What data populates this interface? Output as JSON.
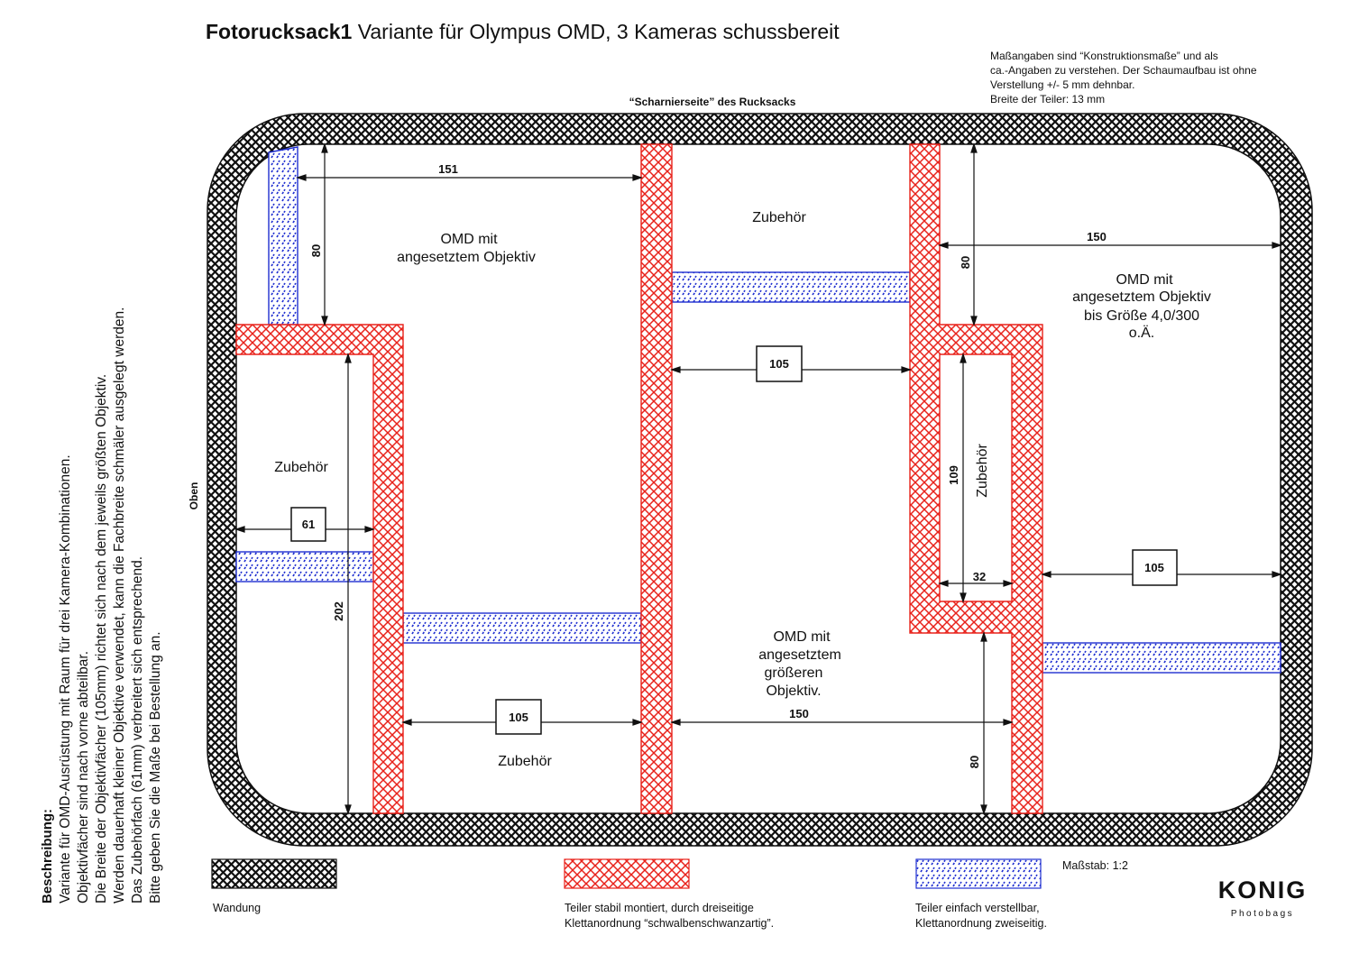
{
  "title": {
    "bold": "Fotorucksack1",
    "rest": " Variante für Olympus OMD, 3 Kameras schussbereit"
  },
  "note": {
    "lines": [
      "Maßangaben sind “Konstruktionsmaße” und als",
      "ca.-Angaben zu verstehen. Der Schaumaufbau ist ohne",
      "Verstellung +/- 5 mm dehnbar.",
      "Breite der Teiler: 13 mm"
    ]
  },
  "hinge_label": "“Scharnierseite” des Rucksacks",
  "oben_label": "Oben",
  "description": {
    "heading": "Beschreibung:",
    "lines": [
      "Variante für OMD-Ausrüstung mit Raum für drei Kamera-Kombinationen.",
      "Objektivfächer sind nach vorne abteilbar.",
      "Die Breite der Objektivfächer (105mm) richtet sich nach dem jeweils größten Objektiv.",
      "Werden dauerhaft kleiner Objektive verwendet, kann die Fachbreite schmäler ausgelegt werden.",
      "Das Zubehörfach (61mm) verbreitert sich entsprechend.",
      "Bitte geben Sie die Maße bei Bestellung an."
    ]
  },
  "compartments": {
    "omd_left": [
      "OMD mit",
      "angesetztem Objektiv"
    ],
    "zubehoer_top_center": "Zubehör",
    "omd_right": [
      "OMD mit",
      "angesetztem Objektiv",
      "bis Größe 4,0/300",
      "o.Ä."
    ],
    "zubehoer_left": "Zubehör",
    "zubehoer_right_vertical": "Zubehör",
    "omd_center": [
      "OMD mit",
      "angesetztem",
      "größeren",
      "Objektiv."
    ],
    "zubehoer_bottom": "Zubehör"
  },
  "dimensions": {
    "d151": "151",
    "d80_left": "80",
    "d150_top": "150",
    "d80_right": "80",
    "d105_center": "105",
    "d109": "109",
    "d61": "61",
    "d202": "202",
    "d32": "32",
    "d105_right": "105",
    "d105_bottom": "105",
    "d150_bottom": "150",
    "d80_bottom": "80"
  },
  "legend": {
    "wall": "Wandung",
    "fixed": [
      "Teiler stabil montiert, durch dreiseitige",
      "Klettanordnung “schwalbenschwanzartig”."
    ],
    "adjustable": [
      "Teiler einfach verstellbar,",
      "Klettanordnung zweiseitig."
    ],
    "scale": "Maßstab: 1:2"
  },
  "logo": {
    "name": "KONIG",
    "sub": "Photobags"
  },
  "colors": {
    "wall": "#111111",
    "fixed_divider": "#e8221b",
    "adjustable_divider": "#1f2fd0",
    "dimension": "#111111"
  }
}
